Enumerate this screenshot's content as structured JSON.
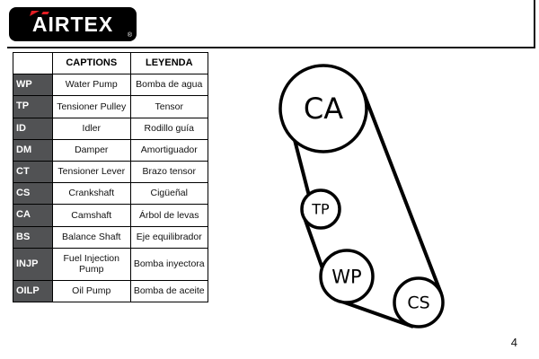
{
  "brand": {
    "logo_text": "AIRTEX",
    "registered": "®"
  },
  "page_number": "4",
  "legend_table": {
    "headers": [
      "CAPTIONS",
      "LEYENDA"
    ],
    "rows": [
      {
        "code": "WP",
        "caption": "Water Pump",
        "leyenda": "Bomba de agua"
      },
      {
        "code": "TP",
        "caption": "Tensioner Pulley",
        "leyenda": "Tensor"
      },
      {
        "code": "ID",
        "caption": "Idler",
        "leyenda": "Rodillo guía"
      },
      {
        "code": "DM",
        "caption": "Damper",
        "leyenda": "Amortiguador"
      },
      {
        "code": "CT",
        "caption": "Tensioner Lever",
        "leyenda": "Brazo tensor"
      },
      {
        "code": "CS",
        "caption": "Crankshaft",
        "leyenda": "Cigüeñal"
      },
      {
        "code": "CA",
        "caption": "Camshaft",
        "leyenda": "Árbol de levas"
      },
      {
        "code": "BS",
        "caption": "Balance Shaft",
        "leyenda": "Eje equilibrador"
      },
      {
        "code": "INJP",
        "caption": "Fuel Injection Pump",
        "leyenda": "Bomba inyectora"
      },
      {
        "code": "OILP",
        "caption": "Oil Pump",
        "leyenda": "Bomba de aceite"
      }
    ]
  },
  "diagram": {
    "pulleys": [
      {
        "id": "camshaft",
        "label": "CA"
      },
      {
        "id": "tensioner",
        "label": "TP"
      },
      {
        "id": "water-pump",
        "label": "WP"
      },
      {
        "id": "crankshaft",
        "label": "CS"
      }
    ]
  },
  "colors": {
    "accent_red": "#e31e24",
    "code_cell_bg": "#515254",
    "line": "#000000"
  }
}
